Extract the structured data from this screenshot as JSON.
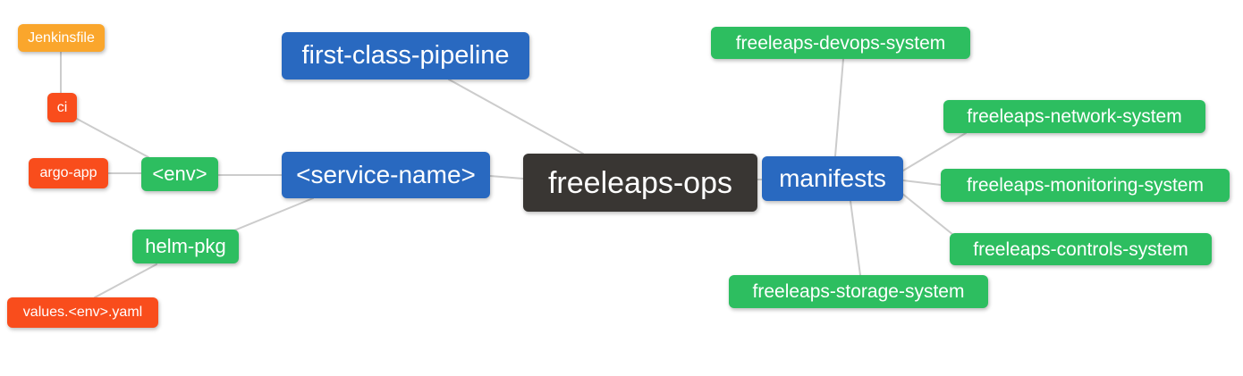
{
  "palette": {
    "blue": "#2969c0",
    "green": "#2dbe60",
    "orange": "#faa62c",
    "red": "#f94d1c",
    "dark": "#393633",
    "edge": "#cccccc"
  },
  "diagram": {
    "root": {
      "label": "freeleaps-ops"
    },
    "left": {
      "pipeline": {
        "label": "first-class-pipeline"
      },
      "service": {
        "label": "<service-name>"
      },
      "env": {
        "label": "<env>"
      },
      "ci": {
        "label": "ci"
      },
      "jenkinsfile": {
        "label": "Jenkinsfile"
      },
      "argo_app": {
        "label": "argo-app"
      },
      "helm_pkg": {
        "label": "helm-pkg"
      },
      "values_yaml": {
        "label": "values.<env>.yaml"
      }
    },
    "right": {
      "manifests": {
        "label": "manifests"
      },
      "systems": [
        {
          "label": "freeleaps-devops-system"
        },
        {
          "label": "freeleaps-network-system"
        },
        {
          "label": "freeleaps-monitoring-system"
        },
        {
          "label": "freeleaps-controls-system"
        },
        {
          "label": "freeleaps-storage-system"
        }
      ]
    }
  }
}
